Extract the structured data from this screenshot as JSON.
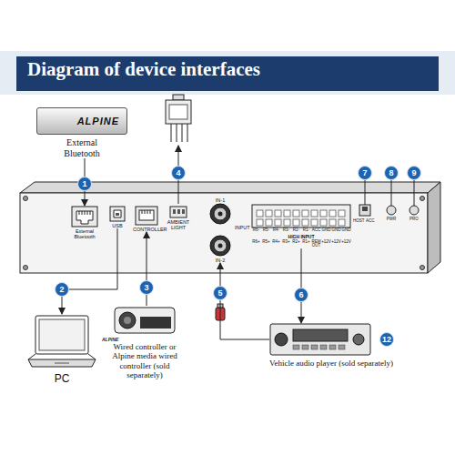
{
  "diagram": {
    "title": "Diagram of device interfaces",
    "nodes": [
      {
        "text": [
          "ALPINE",
          "External Bluetooth"
        ]
      },
      {
        "text": [
          "External Bluetooth"
        ]
      },
      {
        "text": [
          "USB"
        ]
      },
      {
        "text": [
          "CONTROLLER"
        ]
      },
      {
        "text": [
          "AMBIENT LIGHT"
        ]
      },
      {
        "text": [
          "IN-1"
        ]
      },
      {
        "text": [
          "IN-2"
        ]
      },
      {
        "text": [
          "HIGH INPUT"
        ]
      },
      {
        "text": [
          "PC"
        ]
      },
      {
        "text": [
          "ALPINE",
          "Wired controller or Alpine media wired controller (sold separately)"
        ]
      },
      {
        "text": [
          "Vehicle audio player (sold separately)"
        ]
      }
    ],
    "edges": [
      {
        "from": 0,
        "to": 1,
        "arrow": "to",
        "label": "1"
      },
      {
        "from": 2,
        "to": 8,
        "arrow": "to",
        "label": "2"
      },
      {
        "from": 9,
        "to": 3,
        "arrow": "to",
        "label": "3"
      },
      {
        "from": 10,
        "to": 6,
        "arrow": "to",
        "label": "5"
      },
      {
        "from": 7,
        "to": 10,
        "arrow": "to",
        "label": "6"
      }
    ],
    "labels": [
      "R6-",
      "R5-",
      "R4-",
      "R3-",
      "R2-",
      "R1-",
      "ACC",
      "GND",
      "GND",
      "GND",
      "R6+",
      "R5+",
      "R4+",
      "R3+",
      "R2+",
      "R1+",
      "REM OUT",
      "+12V",
      "+12V",
      "+12V",
      "INPUT",
      "4",
      "7",
      "HOST",
      "ACC",
      "8",
      "PWR",
      "9",
      "PRO",
      "12"
    ]
  }
}
